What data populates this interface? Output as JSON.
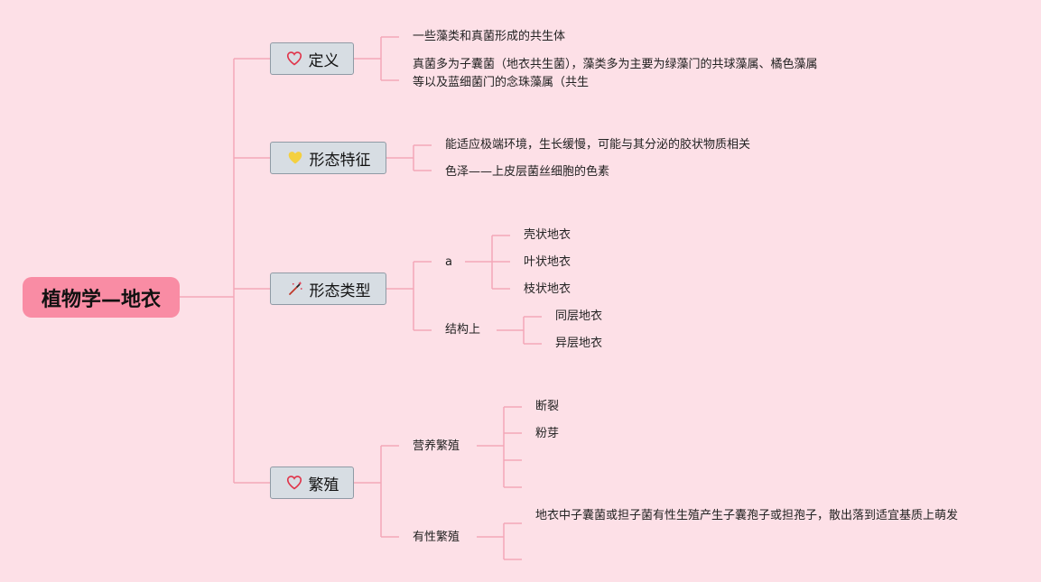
{
  "root": {
    "title": "植物学—地衣"
  },
  "branches": {
    "definition": {
      "label": "定义",
      "icon": "heart-outline-icon",
      "items": [
        "一些藻类和真菌形成的共生体",
        "真菌多为子囊菌（地衣共生菌），藻类多为主要为绿藻门的共球藻属、橘色藻属",
        "等以及蓝细菌门的念珠藻属（共生"
      ]
    },
    "morphology": {
      "label": "形态特征",
      "icon": "yellow-heart-icon",
      "items": [
        "能适应极端环境，生长缓慢，可能与其分泌的胶状物质相关",
        "色泽——上皮层菌丝细胞的色素"
      ]
    },
    "types": {
      "label": "形态类型",
      "icon": "magic-wand-icon",
      "group_a": {
        "label": "a",
        "items": [
          "壳状地衣",
          "叶状地衣",
          "枝状地衣"
        ]
      },
      "group_structure": {
        "label": "结构上",
        "items": [
          "同层地衣",
          "异层地衣"
        ]
      }
    },
    "reproduction": {
      "label": "繁殖",
      "icon": "heart-outline-icon",
      "vegetative": {
        "label": "营养繁殖",
        "items": [
          "断裂",
          "粉芽",
          "",
          ""
        ]
      },
      "sexual": {
        "label": "有性繁殖",
        "items": [
          "地衣中子囊菌或担子菌有性生殖产生子囊孢子或担孢子，散出落到适宜基质上萌发",
          ""
        ]
      }
    }
  },
  "colors": {
    "background": "#fde0e7",
    "root_fill": "#f98ca4",
    "branch_fill": "#d7dde3",
    "branch_border": "#8f9aa5",
    "connector": "#f3a7b8",
    "heart_icon": "#e0344a",
    "yellow_heart_icon": "#f4d03f"
  }
}
